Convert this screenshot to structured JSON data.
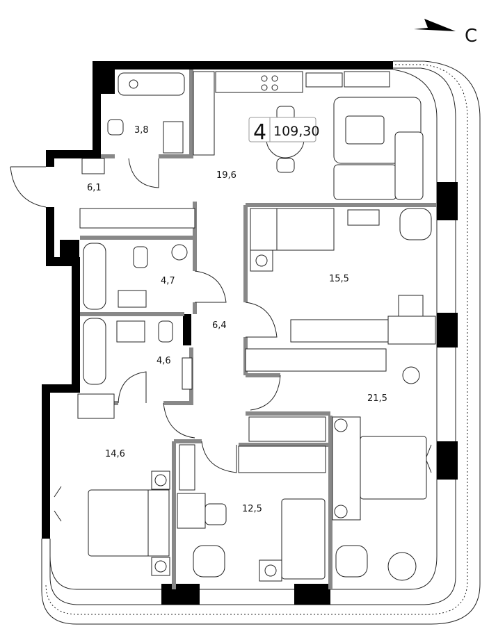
{
  "compass": {
    "label": "С"
  },
  "summary": {
    "rooms": "4",
    "area": "109,30"
  },
  "rooms": [
    {
      "id": "bathroom-1",
      "area": "3,8"
    },
    {
      "id": "hall",
      "area": "6,1"
    },
    {
      "id": "kitchen-living",
      "area": "19,6"
    },
    {
      "id": "bedroom-1",
      "area": "15,5"
    },
    {
      "id": "bathroom-2",
      "area": "4,7"
    },
    {
      "id": "corridor",
      "area": "6,4"
    },
    {
      "id": "bathroom-3",
      "area": "4,6"
    },
    {
      "id": "bedroom-master",
      "area": "21,5"
    },
    {
      "id": "bedroom-2",
      "area": "14,6"
    },
    {
      "id": "bedroom-3",
      "area": "12,5"
    }
  ],
  "colors": {
    "wall": "#000000",
    "partition": "#888888",
    "line": "#222222"
  }
}
